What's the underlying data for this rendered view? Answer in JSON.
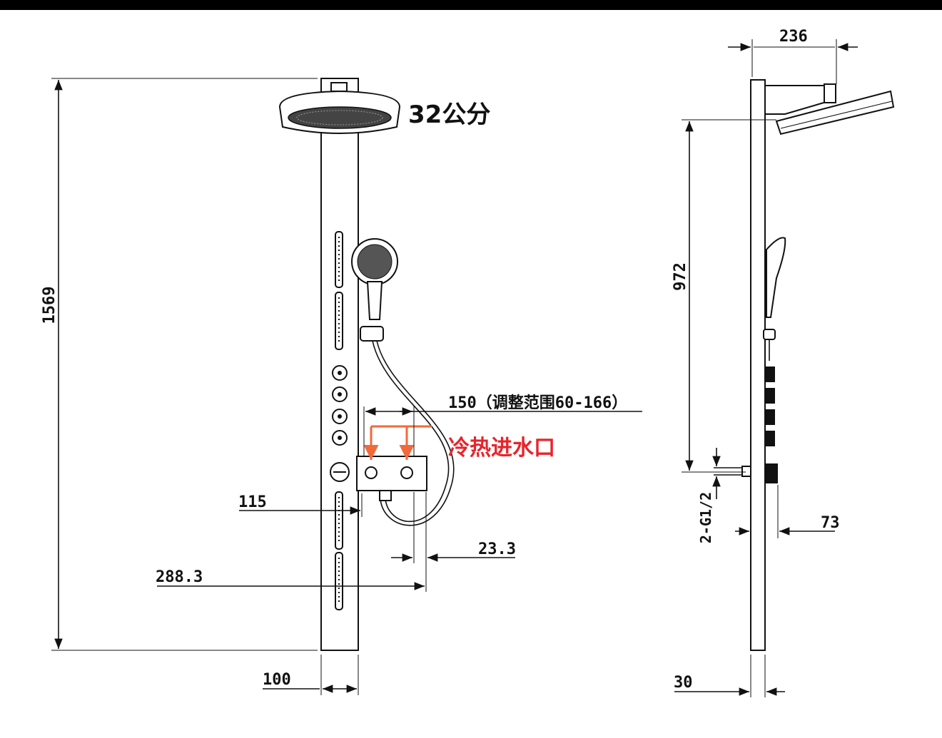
{
  "labels": {
    "shower_size": "32公分",
    "height_total": "1569",
    "inlet_span": "150（调整范围60-166）",
    "inlet_label": "冷热进水口",
    "dim_115": "115",
    "dim_23_3": "23.3",
    "dim_288_3": "288.3",
    "dim_100": "100",
    "dim_236": "236",
    "dim_972": "972",
    "dim_thread": "2-G1/2",
    "dim_73": "73",
    "dim_30": "30"
  },
  "colors": {
    "accent": "#e8232a",
    "arrow": "#f26a3a"
  }
}
